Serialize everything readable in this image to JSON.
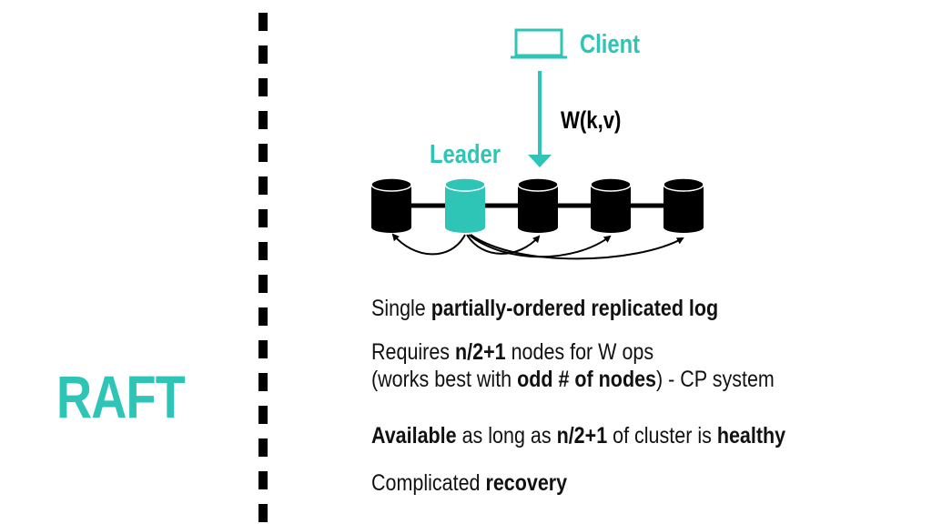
{
  "title": "RAFT",
  "diagram": {
    "client_label": "Client",
    "leader_label": "Leader",
    "operation_label": "W(k,v)",
    "colors": {
      "accent": "#2ec4b6",
      "node": "#000000"
    }
  },
  "bullets": {
    "b1": {
      "t1": "Single ",
      "t2": "partially-ordered replicated log"
    },
    "b2": {
      "t1": "Requires ",
      "t2": "n/2+1",
      "t3": " nodes for W ops"
    },
    "b3": {
      "t1": "(works best with ",
      "t2": "odd # of nodes",
      "t3": ") - CP system"
    },
    "b4": {
      "t1": "Available",
      "t2": " as long as ",
      "t3": "n/2+1",
      "t4": " of cluster is ",
      "t5": "healthy"
    },
    "b5": {
      "t1": "Complicated ",
      "t2": "recovery"
    }
  }
}
